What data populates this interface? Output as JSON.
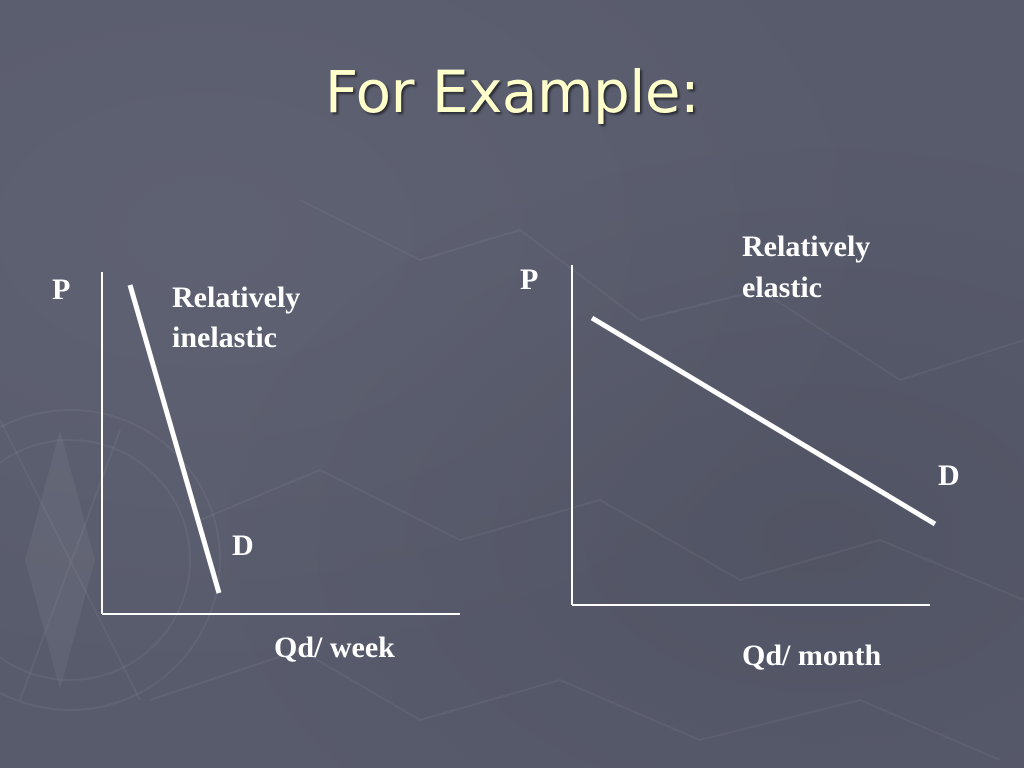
{
  "slide": {
    "title": "For Example:"
  },
  "left_diagram": {
    "axis_y_label": "P",
    "axis_x_label": "Qd/ week",
    "curve_label": "D",
    "annotation_line1": "Relatively",
    "annotation_line2": "inelastic"
  },
  "right_diagram": {
    "axis_y_label": "P",
    "axis_x_label": "Qd/ month",
    "curve_label": "D",
    "annotation_line1": "Relatively",
    "annotation_line2": "elastic"
  },
  "colors": {
    "background": "#585b6c",
    "title": "#ffffcc",
    "lines": "#ffffff",
    "text": "#ffffff"
  }
}
